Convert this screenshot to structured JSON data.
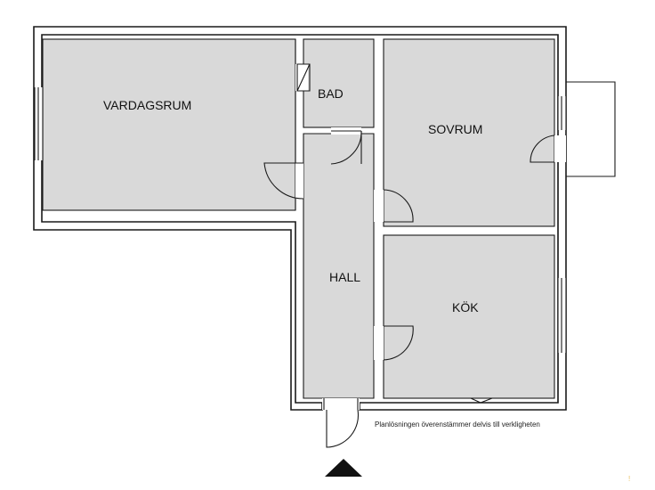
{
  "rooms": {
    "vardagsrum": "VARDAGSRUM",
    "bad": "BAD",
    "sovrum": "SOVRUM",
    "hall": "HALL",
    "kok": "KÖK"
  },
  "disclaimer": "Planlösningen överenstämmer delvis till verkligheten",
  "entrance_marker": "north/entrance arrow",
  "corner_mark": "!"
}
